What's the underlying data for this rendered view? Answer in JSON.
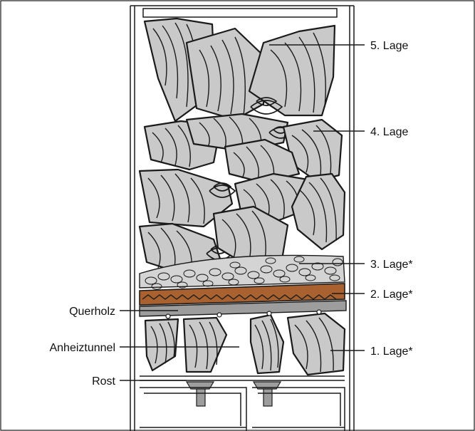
{
  "labels": {
    "lage5": "5. Lage",
    "lage4": "4. Lage",
    "lage3": "3. Lage*",
    "lage2": "2. Lage*",
    "querholz": "Querholz",
    "anheiztunnel": "Anheiztunnel",
    "lage1": "1. Lage*",
    "rost": "Rost"
  },
  "colors": {
    "wood": "#c9c9c9",
    "stones": "#d4d4d4",
    "ember": "#a9622f",
    "querholz": "#9d9d9d",
    "line": "#1a1a1a"
  }
}
